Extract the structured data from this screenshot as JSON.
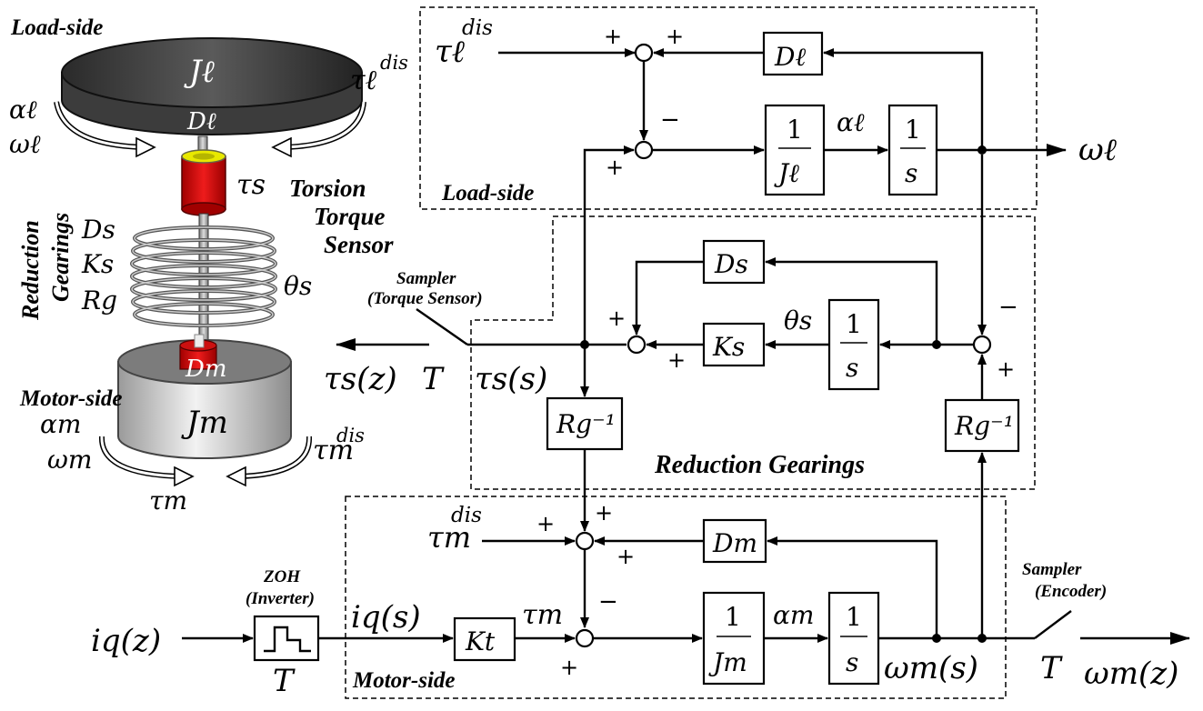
{
  "illustration": {
    "load_side_title": "Load-side",
    "load_inertia": "Jℓ",
    "load_damping": "Dℓ",
    "load_dist_base": "τℓ",
    "load_dist_sup": "dis",
    "load_accel": "αℓ",
    "load_vel": "ωℓ",
    "torsion_sym": "τs",
    "torsion_label_1": "Torsion",
    "torsion_label_2": "Torque",
    "torsion_label_3": "Sensor",
    "reduction_1": "Reduction",
    "reduction_2": "Gearings",
    "spring_damping": "Ds",
    "spring_stiffness": "Ks",
    "gear_ratio": "Rg",
    "twist_angle": "θs",
    "motor_damping": "Dm",
    "motor_side_title": "Motor-side",
    "motor_inertia": "Jm",
    "motor_accel": "αm",
    "motor_vel": "ωm",
    "motor_dist_base": "τm",
    "motor_dist_sup": "dis",
    "motor_torque": "τm"
  },
  "block_diagram": {
    "load_dist_base": "τℓ",
    "load_dist_sup": "dis",
    "load_damping_block": "Dℓ",
    "load_inertia_block_num": "1",
    "load_inertia_block_den": "Jℓ",
    "load_accel": "αℓ",
    "load_integrator_num": "1",
    "load_integrator_den": "s",
    "load_vel_out": "ωℓ",
    "load_side_label": "Load-side",
    "spring_damping_block": "Ds",
    "spring_stiffness_block": "Ks",
    "twist_angle": "θs",
    "twist_integrator_num": "1",
    "twist_integrator_den": "s",
    "torque_sampler_label_1": "Sampler",
    "torque_sampler_label_2": "(Torque Sensor)",
    "torque_out_z": "τs(z)",
    "sample_time_1": "T",
    "torque_s": "τs(s)",
    "gear_inv_left": "Rg⁻¹",
    "gear_inv_right": "Rg⁻¹",
    "reduction_label": "Reduction Gearings",
    "motor_dist_base": "τm",
    "motor_dist_sup": "dis",
    "motor_damping_block": "Dm",
    "zoh_label_1": "ZOH",
    "zoh_label_2": "(Inverter)",
    "current_z": "iq(z)",
    "current_s": "iq(s)",
    "zoh_T": "T",
    "torque_const_block": "Kt",
    "motor_torque": "τm",
    "motor_inertia_block_num": "1",
    "motor_inertia_block_den": "Jm",
    "motor_accel": "αm",
    "motor_integrator_num": "1",
    "motor_integrator_den": "s",
    "motor_vel_s": "ωm(s)",
    "encoder_sampler_label_1": "Sampler",
    "encoder_sampler_label_2": "(Encoder)",
    "sample_time_2": "T",
    "motor_vel_z": "ωm(z)",
    "motor_side_label": "Motor-side",
    "signs": {
      "plus": "+",
      "minus": "−"
    }
  }
}
